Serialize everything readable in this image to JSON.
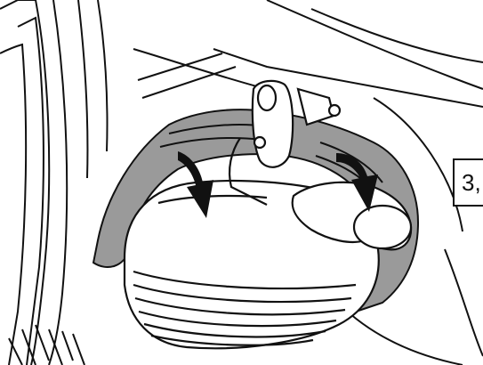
{
  "callout": {
    "label": "3,"
  },
  "figure": {
    "subject": "exhaust-muffler-heat-shield",
    "arrow_count": 2,
    "colors": {
      "line": "#111111",
      "shield_fill": "#9a9a9a",
      "arrow_fill": "#111111",
      "background": "#ffffff"
    }
  }
}
